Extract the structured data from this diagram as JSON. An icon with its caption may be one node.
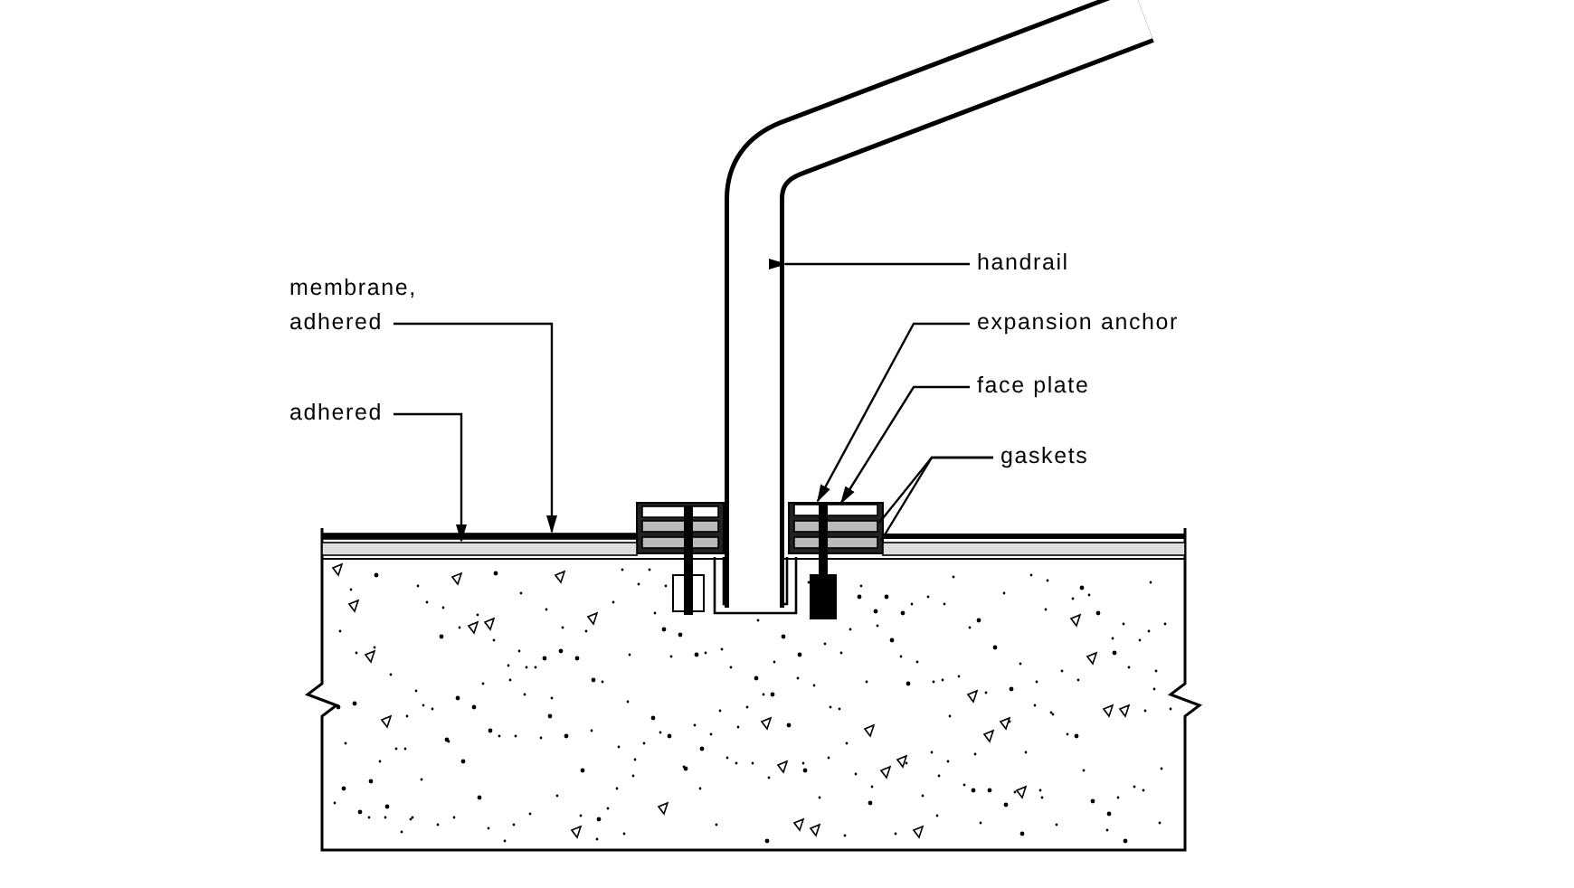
{
  "diagram": {
    "nodes": [
      {
        "text": [
          "membrane, adhered"
        ]
      },
      {
        "text": [
          "adhered"
        ]
      },
      {
        "text": [
          "handrail"
        ]
      },
      {
        "text": [
          "expansion anchor"
        ]
      },
      {
        "text": [
          "face plate"
        ]
      },
      {
        "text": [
          "gaskets"
        ]
      },
      {
        "text": [],
        "shape": "bar"
      },
      {
        "text": [],
        "shape": "bar"
      },
      {
        "text": [],
        "shape": "picture"
      },
      {
        "text": [],
        "shape": "picture"
      },
      {
        "text": [],
        "shape": "bar"
      },
      {
        "text": [],
        "shape": "bar"
      },
      {
        "text": [],
        "shape": "bar"
      }
    ],
    "edges": [
      {
        "from": 0,
        "to": 6,
        "arrow": "to"
      },
      {
        "from": 1,
        "to": 7,
        "arrow": "to"
      },
      {
        "from": 2,
        "to": 8,
        "arrow": "to"
      },
      {
        "from": 3,
        "to": 9,
        "arrow": "to"
      },
      {
        "from": 4,
        "to": 10,
        "arrow": "to"
      },
      {
        "from": 5,
        "to": 11,
        "arrow": "none"
      },
      {
        "from": 5,
        "to": 12,
        "arrow": "none"
      }
    ]
  }
}
